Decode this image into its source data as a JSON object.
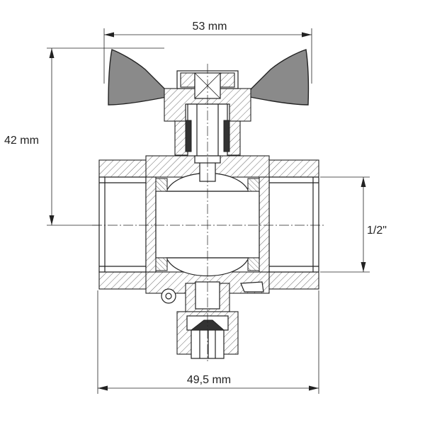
{
  "dimensions": {
    "top_width": "53 mm",
    "height": "42 mm",
    "bottom_width": "49,5 mm",
    "thread_size": "1/2\""
  },
  "colors": {
    "line": "#222222",
    "handle_fill": "#8a8a8a",
    "background": "#ffffff"
  }
}
